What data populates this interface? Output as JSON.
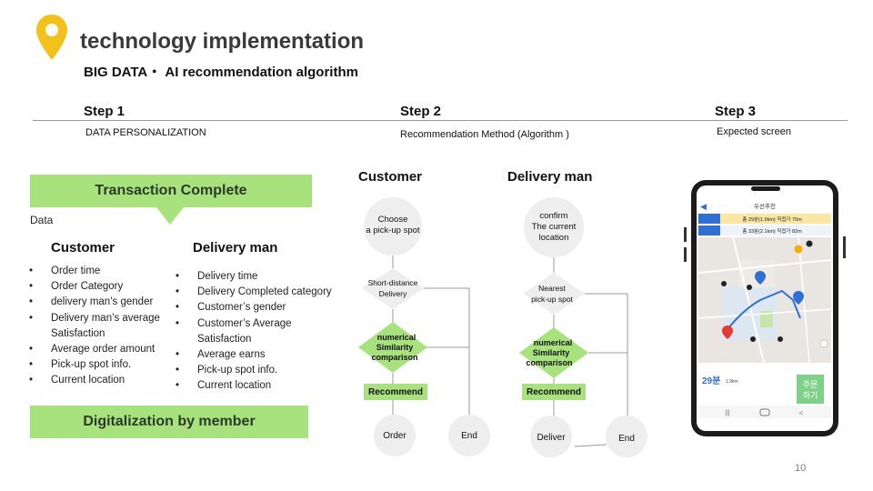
{
  "header": {
    "title": "technology implementation",
    "subtitle": "BIG DATA・ AI recommendation algorithm"
  },
  "steps": [
    {
      "label": "Step 1",
      "desc": "DATA PERSONALIZATION"
    },
    {
      "label": "Step 2",
      "desc": "Recommendation Method (Algorithm )"
    },
    {
      "label": "Step 3",
      "desc": "Expected screen"
    }
  ],
  "left": {
    "transaction_label": "Transaction Complete",
    "data_label": "Data",
    "customer": {
      "heading": "Customer",
      "items": [
        "Order time",
        "Order Category",
        "delivery man’s gender",
        "Delivery man’s average Satisfaction",
        "Average order amount",
        "Pick-up spot info.",
        "Current location"
      ]
    },
    "delivery": {
      "heading": "Delivery man",
      "items": [
        "Delivery time",
        "Delivery Completed category",
        "Customer’s gender",
        "Customer’s Average Satisfaction",
        "Average earns",
        "Pick-up spot info.",
        "Current location"
      ]
    },
    "digitalization_label": "Digitalization by member"
  },
  "flows": {
    "customer": {
      "heading": "Customer",
      "start": [
        "Choose",
        "a pick-up spot"
      ],
      "decision": [
        "Short-distance",
        "Delivery"
      ],
      "compare": [
        "numerical",
        "Similarity",
        "comparison"
      ],
      "recommend": "Recommend",
      "result": "Order",
      "end": "End"
    },
    "delivery": {
      "heading": "Delivery man",
      "start": [
        "confirm",
        "The current",
        "location"
      ],
      "decision": [
        "Nearest",
        "pick-up spot"
      ],
      "compare": [
        "numerical",
        "Similarity",
        "comparison"
      ],
      "recommend": "Recommend",
      "result": "Deliver",
      "end": "End"
    }
  },
  "phone": {
    "header_title": "우선추천",
    "route1": "총 29분(1.9km)   직접가 70m",
    "route2": "총 33분(2.1km)   직접가 82m",
    "eta": "29분",
    "eta_detail": "1.9km",
    "order_button": [
      "주문",
      "하기"
    ]
  },
  "page_number": "10",
  "colors": {
    "green": "#a8e27c",
    "pin_yellow": "#f2c21b",
    "phone_body": "#1b1b1b",
    "route_blue": "#2f6fd6"
  }
}
